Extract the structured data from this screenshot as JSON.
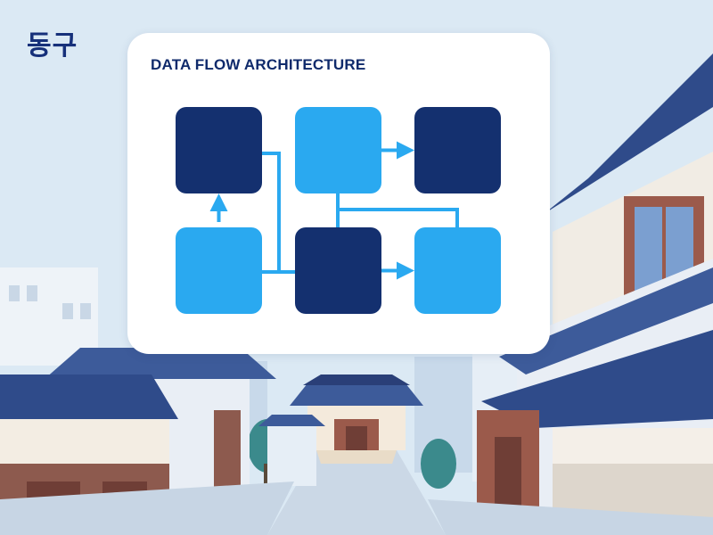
{
  "brand": {
    "label": "동구"
  },
  "card": {
    "title": "DATA FLOW ARCHITECTURE"
  },
  "diagram": {
    "nodes": [
      {
        "id": "n1",
        "row": 0,
        "col": 0,
        "tone": "dark"
      },
      {
        "id": "n2",
        "row": 0,
        "col": 1,
        "tone": "light"
      },
      {
        "id": "n3",
        "row": 0,
        "col": 2,
        "tone": "dark"
      },
      {
        "id": "n4",
        "row": 1,
        "col": 0,
        "tone": "light"
      },
      {
        "id": "n5",
        "row": 1,
        "col": 1,
        "tone": "dark"
      },
      {
        "id": "n6",
        "row": 1,
        "col": 2,
        "tone": "light"
      }
    ],
    "edges": [
      {
        "from": "n4",
        "to": "n1"
      },
      {
        "from": "n2",
        "to": "n3"
      },
      {
        "from": "n5",
        "to": "n6"
      }
    ]
  },
  "colors": {
    "node_dark": "#14306f",
    "node_light": "#2aa9f0",
    "connector": "#2aa9f0",
    "brand": "#16307a"
  }
}
